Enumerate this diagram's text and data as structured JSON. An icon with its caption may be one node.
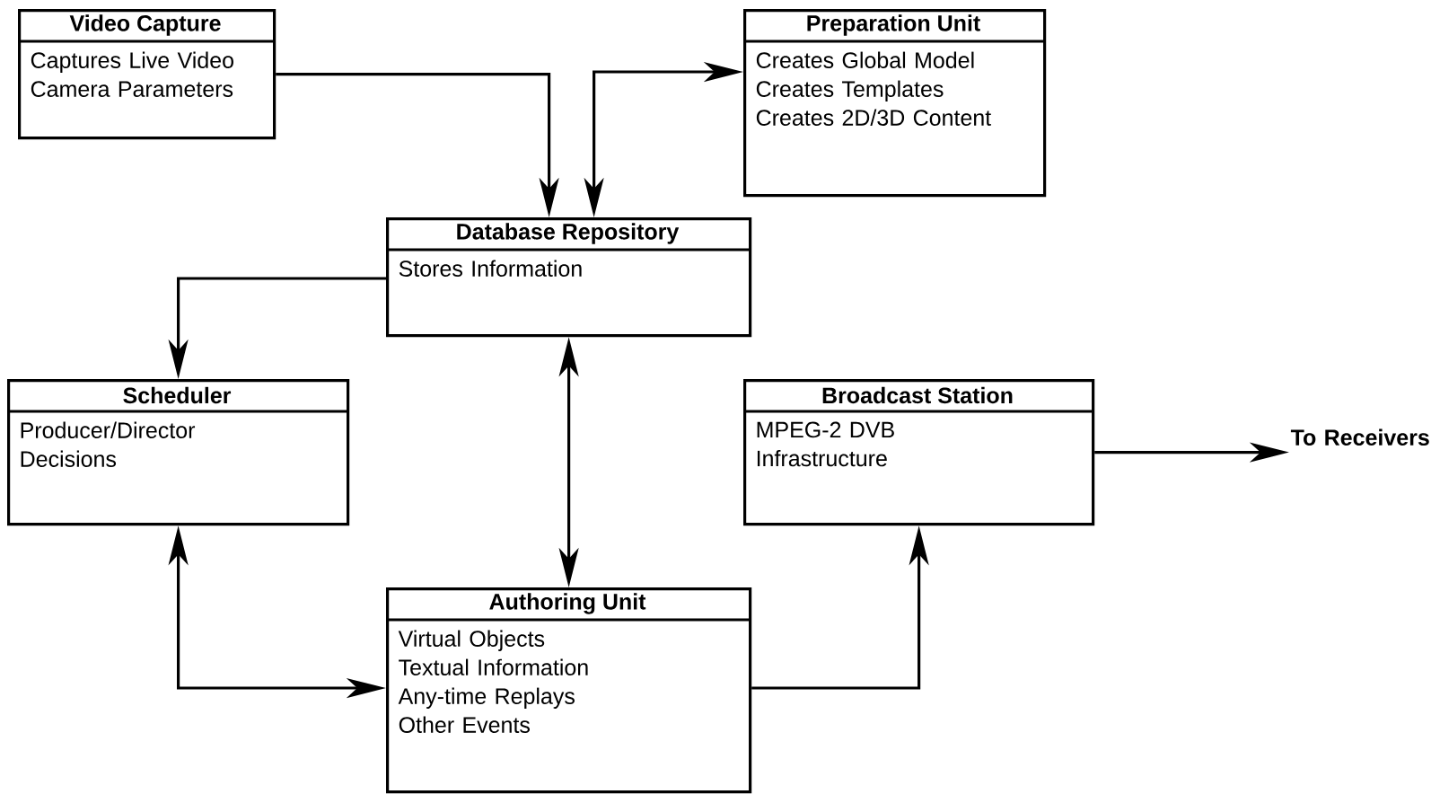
{
  "diagram": {
    "nodes": [
      {
        "text": [
          "Video Capture",
          "Captures Live Video",
          "Camera Parameters"
        ]
      },
      {
        "text": [
          "Preparation Unit",
          "Creates Global Model",
          "Creates Templates",
          "Creates 2D/3D Content"
        ]
      },
      {
        "text": [
          "Database Repository",
          "Stores Information"
        ]
      },
      {
        "text": [
          "Scheduler",
          "Producer/Director Decisions"
        ]
      },
      {
        "text": [
          "Broadcast Station",
          "MPEG-2 DVB Infrastructure"
        ]
      },
      {
        "text": [
          "Authoring Unit",
          "Virtual Objects",
          "Textual Information",
          "Any-time Replays",
          "Other Events"
        ]
      },
      {
        "text": [
          "To Receivers"
        ]
      }
    ],
    "edges": [
      {
        "from": 0,
        "to": 2,
        "arrow": "to"
      },
      {
        "from": 2,
        "to": 1,
        "arrow": "both"
      },
      {
        "from": 2,
        "to": 3,
        "arrow": "to"
      },
      {
        "from": 2,
        "to": 5,
        "arrow": "both"
      },
      {
        "from": 3,
        "to": 5,
        "arrow": "both"
      },
      {
        "from": 5,
        "to": 4,
        "arrow": "to"
      },
      {
        "from": 4,
        "to": 6,
        "arrow": "to"
      }
    ]
  }
}
